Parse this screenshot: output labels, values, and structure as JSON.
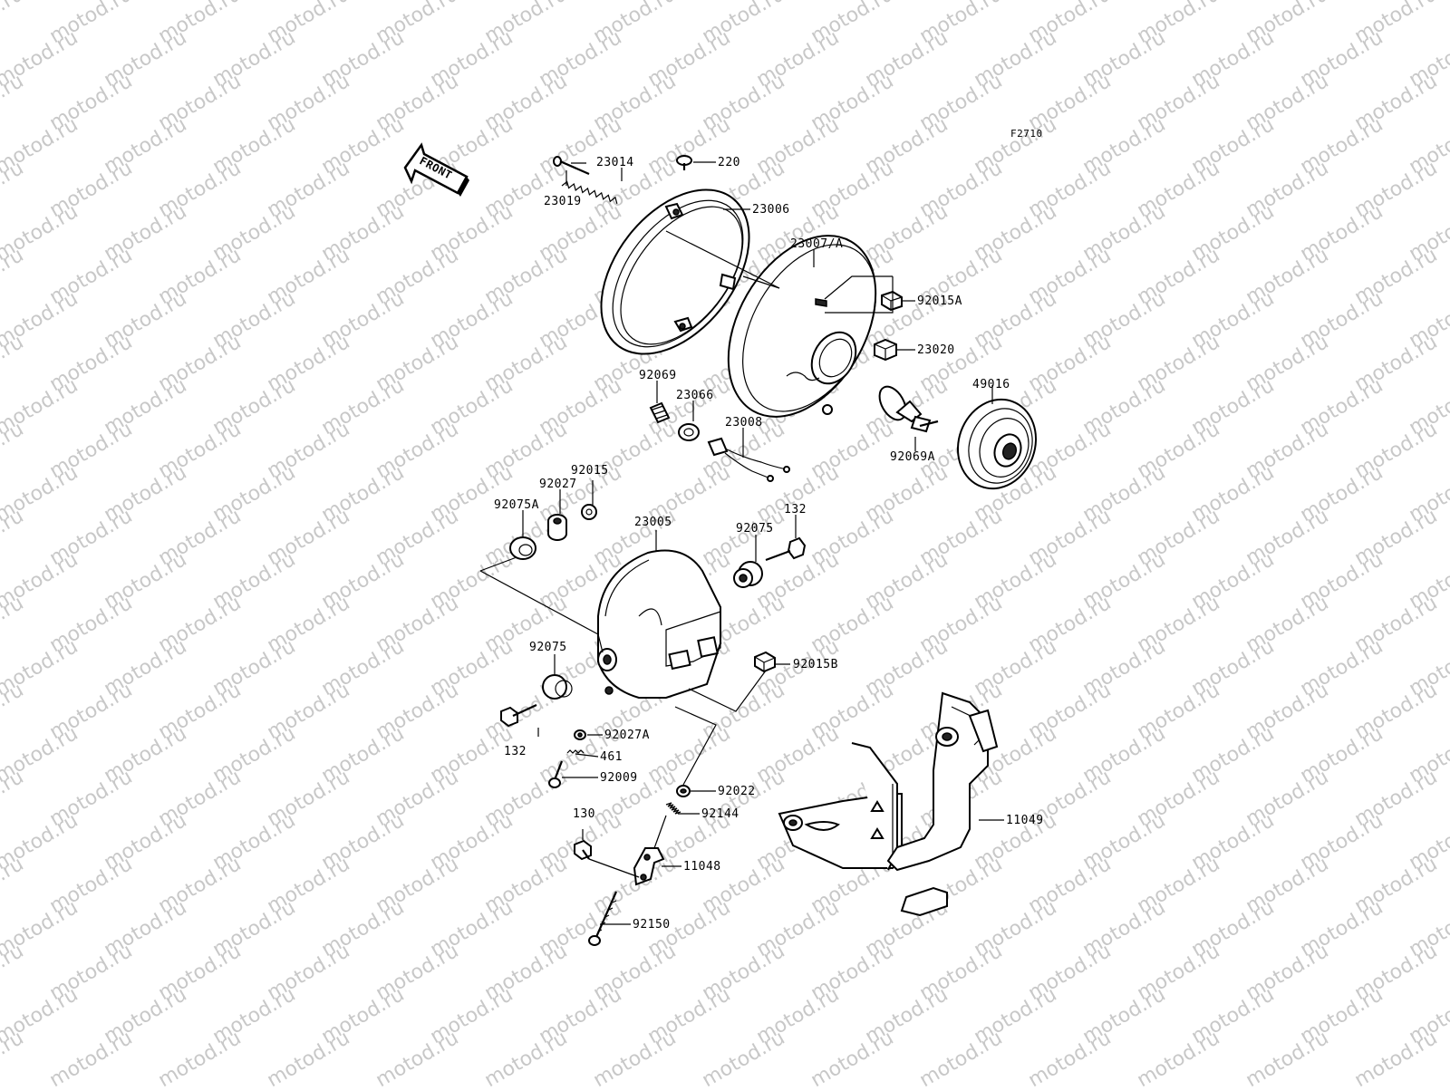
{
  "diagram": {
    "code": "F2710",
    "front_label": "FRONT",
    "watermark": "motod.ru",
    "parts": [
      {
        "id": "p23019",
        "num": "23019"
      },
      {
        "id": "p23014",
        "num": "23014"
      },
      {
        "id": "p220",
        "num": "220"
      },
      {
        "id": "p23006",
        "num": "23006"
      },
      {
        "id": "p23007A",
        "num": "23007/A"
      },
      {
        "id": "p92015A",
        "num": "92015A"
      },
      {
        "id": "p23020",
        "num": "23020"
      },
      {
        "id": "p49016",
        "num": "49016"
      },
      {
        "id": "p92069A",
        "num": "92069A"
      },
      {
        "id": "p92069",
        "num": "92069"
      },
      {
        "id": "p23066",
        "num": "23066"
      },
      {
        "id": "p23008",
        "num": "23008"
      },
      {
        "id": "p92015",
        "num": "92015"
      },
      {
        "id": "p92027",
        "num": "92027"
      },
      {
        "id": "p92075A",
        "num": "92075A"
      },
      {
        "id": "p23005",
        "num": "23005"
      },
      {
        "id": "p132a",
        "num": "132"
      },
      {
        "id": "p92075a",
        "num": "92075"
      },
      {
        "id": "p92075b",
        "num": "92075"
      },
      {
        "id": "p92015B",
        "num": "92015B"
      },
      {
        "id": "p132b",
        "num": "132"
      },
      {
        "id": "p92027A",
        "num": "92027A"
      },
      {
        "id": "p461",
        "num": "461"
      },
      {
        "id": "p92009",
        "num": "92009"
      },
      {
        "id": "p92022",
        "num": "92022"
      },
      {
        "id": "p130",
        "num": "130"
      },
      {
        "id": "p92144",
        "num": "92144"
      },
      {
        "id": "p11048",
        "num": "11048"
      },
      {
        "id": "p92150",
        "num": "92150"
      },
      {
        "id": "p11049",
        "num": "11049"
      }
    ]
  }
}
